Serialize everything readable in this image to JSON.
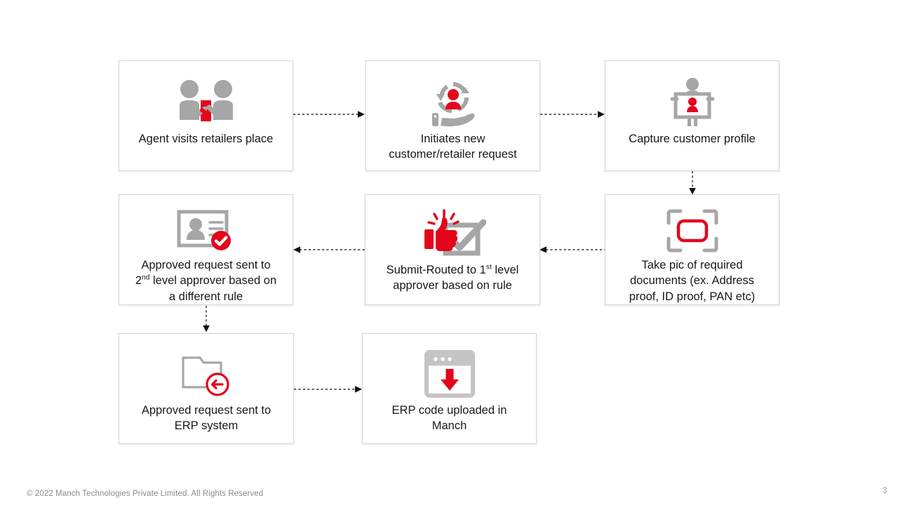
{
  "slide": {
    "background_color": "#ffffff",
    "accent_red": "#e3051b",
    "icon_gray": "#a6a6a6",
    "border_color": "#d6d6d6",
    "page_number": "3",
    "footer_text": "© 2022 Manch Technologies Private Limited. All Rights Reserved"
  },
  "chart_data": {
    "type": "diagram",
    "title": "",
    "nodes": [
      {
        "id": "agent",
        "label": "Agent visits retailers place",
        "icon": "handshake-people-icon",
        "row": 1,
        "col": 1
      },
      {
        "id": "initiate",
        "label": "Initiates new customer/retailer request",
        "icon": "new-customer-request-icon",
        "row": 1,
        "col": 2
      },
      {
        "id": "capture",
        "label": "Capture customer profile",
        "icon": "customer-profile-board-icon",
        "row": 1,
        "col": 3
      },
      {
        "id": "takepic",
        "label": "Take pic of required documents (ex. Address proof, ID proof, PAN etc)",
        "icon": "capture-frame-icon",
        "row": 2,
        "col": 3
      },
      {
        "id": "submit1",
        "label": "Submit-Routed to 1st level approver based on rule",
        "icon": "thumbs-up-approval-icon",
        "row": 2,
        "col": 2
      },
      {
        "id": "approver2",
        "label": "Approved request sent to 2nd level approver based on a different rule",
        "icon": "id-card-approved-icon",
        "row": 2,
        "col": 1
      },
      {
        "id": "erpsent",
        "label": "Approved request sent to ERP system",
        "icon": "folder-arrow-left-icon",
        "row": 3,
        "col": 1
      },
      {
        "id": "erpupload",
        "label": "ERP code uploaded in Manch",
        "icon": "browser-download-icon",
        "row": 3,
        "col": 2
      }
    ],
    "edges": [
      {
        "from": "agent",
        "to": "initiate",
        "style": "dotted",
        "direction": "right"
      },
      {
        "from": "initiate",
        "to": "capture",
        "style": "dotted",
        "direction": "right"
      },
      {
        "from": "capture",
        "to": "takepic",
        "style": "dotted",
        "direction": "down"
      },
      {
        "from": "takepic",
        "to": "submit1",
        "style": "dotted",
        "direction": "left"
      },
      {
        "from": "submit1",
        "to": "approver2",
        "style": "dotted",
        "direction": "left"
      },
      {
        "from": "approver2",
        "to": "erpsent",
        "style": "dotted",
        "direction": "down"
      },
      {
        "from": "erpsent",
        "to": "erpupload",
        "style": "dotted",
        "direction": "right"
      }
    ]
  },
  "nodes": {
    "agent": {
      "caption": "Agent visits retailers place"
    },
    "initiate": {
      "caption_line1": "Initiates new",
      "caption_line2": "customer/retailer request"
    },
    "capture": {
      "caption": "Capture customer profile"
    },
    "takepic": {
      "caption_line1": "Take pic of required",
      "caption_line2": "documents (ex. Address",
      "caption_line3": "proof, ID proof, PAN etc)"
    },
    "submit1": {
      "caption_pre": "Submit-Routed to 1",
      "caption_sup": "st",
      "caption_post": " level",
      "caption_line2": "approver based on rule"
    },
    "approver2": {
      "caption_line1": "Approved request sent to",
      "caption_pre2": "2",
      "caption_sup": "nd",
      "caption_post2": " level approver based on",
      "caption_line3": "a different rule"
    },
    "erpsent": {
      "caption_line1": "Approved request sent to",
      "caption_line2": "ERP system"
    },
    "erpupload": {
      "caption_line1": "ERP code uploaded in",
      "caption_line2": "Manch"
    }
  }
}
